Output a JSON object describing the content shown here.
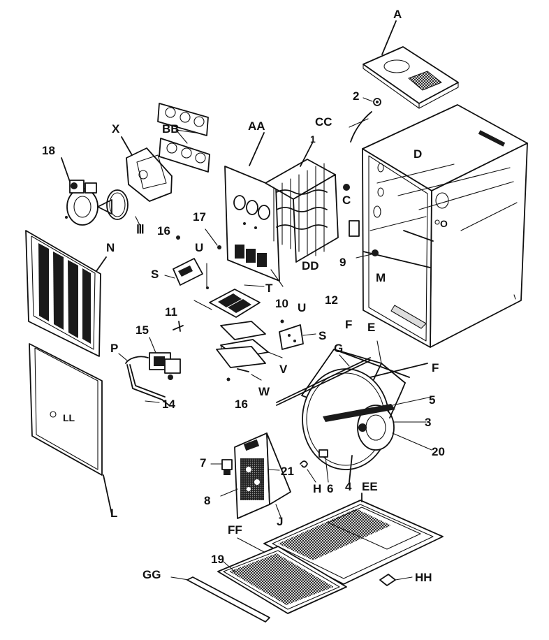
{
  "labels": {
    "A": "A",
    "n2": "2",
    "CC": "CC",
    "BB": "BB",
    "X": "X",
    "AA": "AA",
    "n1": "1",
    "n18": "18",
    "D": "D",
    "C": "C",
    "E_roman": "Ⅲ",
    "n16a": "16",
    "n17": "17",
    "U1": "U",
    "S1": "S",
    "O": "O",
    "DD": "DD",
    "n9": "9",
    "M": "M",
    "N": "N",
    "T": "T",
    "n10": "10",
    "U2": "U",
    "n12": "12",
    "n11": "11",
    "n15": "15",
    "S2": "S",
    "F1": "F",
    "E": "E",
    "P": "P",
    "G": "G",
    "F2": "F",
    "V": "V",
    "n14": "14",
    "W": "W",
    "n16b": "16",
    "n5": "5",
    "n3": "3",
    "LL": "LL",
    "n20": "20",
    "n7": "7",
    "n21": "21",
    "H": "H",
    "n6": "6",
    "n4": "4",
    "EE": "EE",
    "n8": "8",
    "J": "J",
    "L": "L",
    "FF": "FF",
    "n19": "19",
    "GG": "GG",
    "HH": "HH"
  },
  "icons": [
    "blower-wheel-icon",
    "inducer-motor-icon",
    "gas-valve-icon",
    "control-board-icon",
    "burner-assembly-icon",
    "filter-icon"
  ]
}
